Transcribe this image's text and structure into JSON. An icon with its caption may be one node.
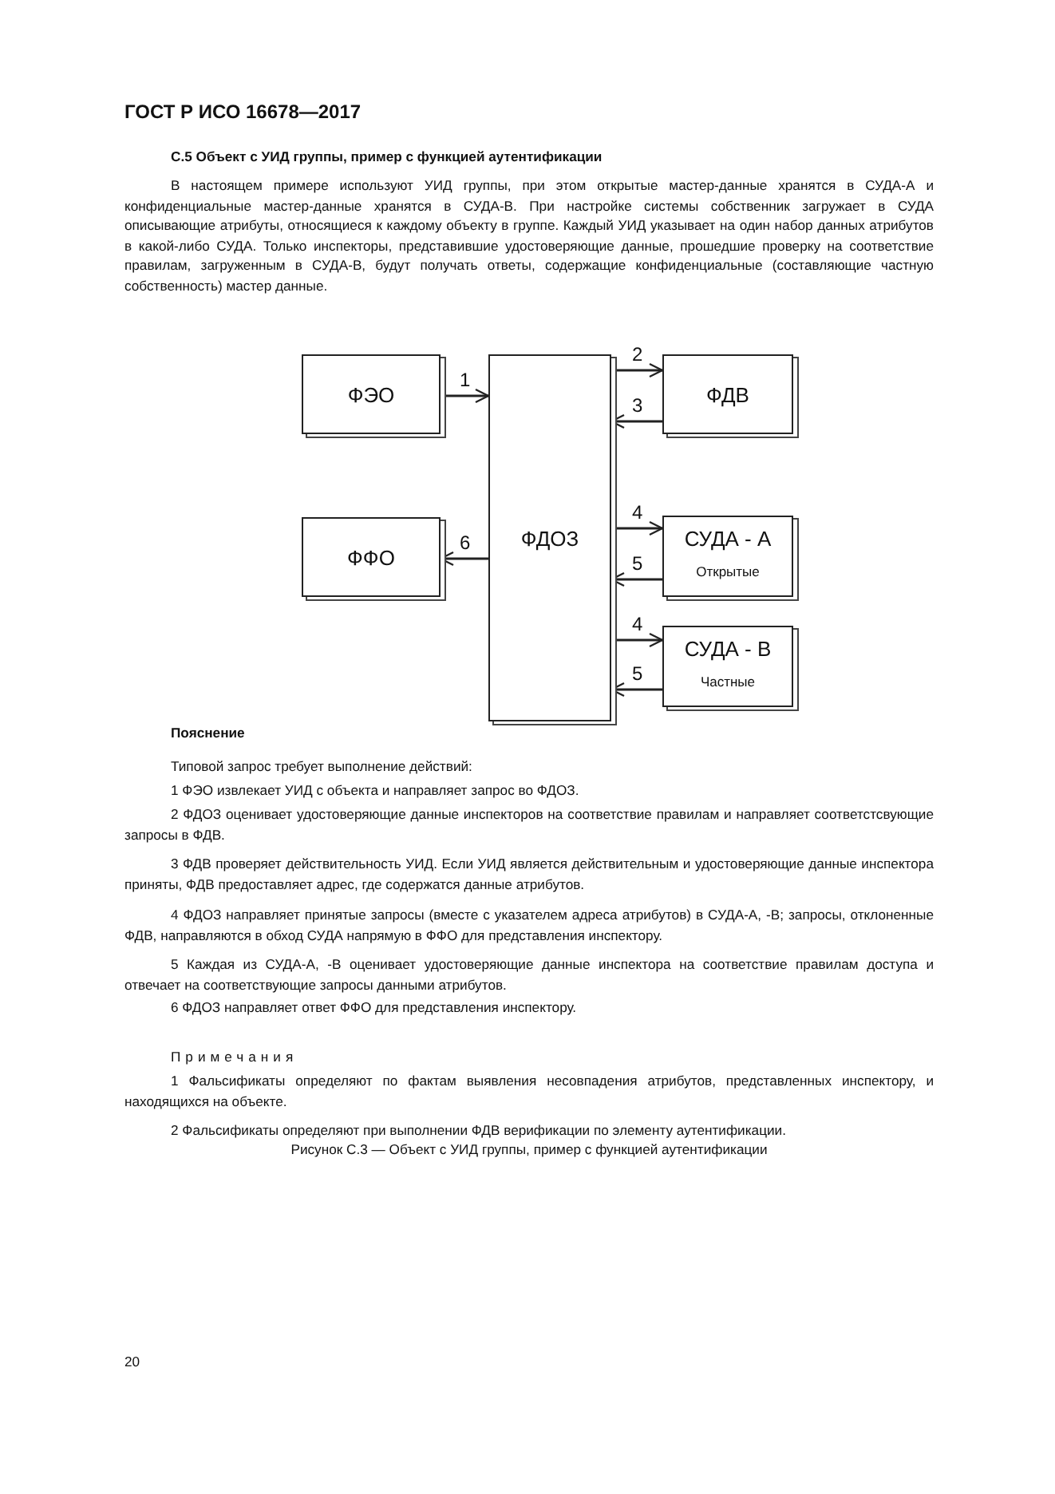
{
  "diagram": {
    "title": "C.5 Объект с УИД группы, пример с функцией аутентификации",
    "caption": "Рисунок C.3 — Объект с УИД группы, пример с функцией аутентификации",
    "nodes": [
      {
        "text": [
          "ФЭО"
        ]
      },
      {
        "text": [
          "ФФО"
        ]
      },
      {
        "text": [
          "ФДОЗ"
        ]
      },
      {
        "text": [
          "ФДВ"
        ]
      },
      {
        "text": [
          "СУДА - А",
          "Открытые"
        ]
      },
      {
        "text": [
          "СУДА - В",
          "Частные"
        ]
      }
    ],
    "edges": [
      {
        "from": 0,
        "to": 2,
        "arrow": "to",
        "label": "1"
      },
      {
        "from": 2,
        "to": 3,
        "arrow": "to",
        "label": "2"
      },
      {
        "from": 3,
        "to": 2,
        "arrow": "to",
        "label": "3"
      },
      {
        "from": 2,
        "to": 1,
        "arrow": "to",
        "label": "6"
      },
      {
        "from": 2,
        "to": 4,
        "arrow": "to",
        "label": "4"
      },
      {
        "from": 4,
        "to": 2,
        "arrow": "to",
        "label": "5"
      },
      {
        "from": 2,
        "to": 5,
        "arrow": "to",
        "label": "4"
      },
      {
        "from": 5,
        "to": 2,
        "arrow": "to",
        "label": "5"
      }
    ],
    "labels": [
      "ГОСТ Р ИСО 16678—2017",
      "В настоящем примере используют УИД группы, при этом открытые мастер-данные хранятся в СУДА-А и конфиденциальные мастер-данные хранятся в СУДА-В. При настройке системы собственник загружает в СУДА описывающие атрибуты, относящиеся к каждому объекту в группе. Каждый УИД указывает на один набор данных атрибутов в какой-либо СУДА. Только инспекторы, представившие удостоверяющие данные, прошедшие проверку на соответствие правилам, загруженным в СУДА-В, будут получать ответы, содержащие конфиденциальные (составляющие частную собственность) мастер данные.",
      "Пояснение",
      "Типовой запрос требует выполнение действий:",
      "1 ФЭО извлекает УИД с объекта и направляет запрос во ФДОЗ.",
      "2 ФДОЗ оценивает удостоверяющие данные инспекторов на соответствие правилам и направляет соответстсвующие запросы в ФДВ.",
      "3 ФДВ проверяет действительность УИД. Если УИД является действительным и удостоверяющие данные инспектора приняты, ФДВ предоставляет адрес, где содержатся данные атрибутов.",
      "4 ФДОЗ направляет принятые запросы (вместе с указателем адреса атрибутов) в СУДА-А, -В; запросы, отклоненные ФДВ, направляются в обход СУДА напрямую в ФФО для представления инспектору.",
      "5 Каждая из СУДА-А, -В оценивает удостоверяющие данные инспектора на соответствие правилам доступа и отвечает на соответствующие запросы данными атрибутов.",
      "6 ФДОЗ направляет ответ ФФО для представления инспектору.",
      "Примечания",
      "1 Фальсификаты определяют по фактам выявления несовпадения атрибутов, представленных инспектору, и находящихся на объекте.",
      "2 Фальсификаты определяют при выполнении ФДВ верификации по элементу аутентификации.",
      "20"
    ]
  }
}
